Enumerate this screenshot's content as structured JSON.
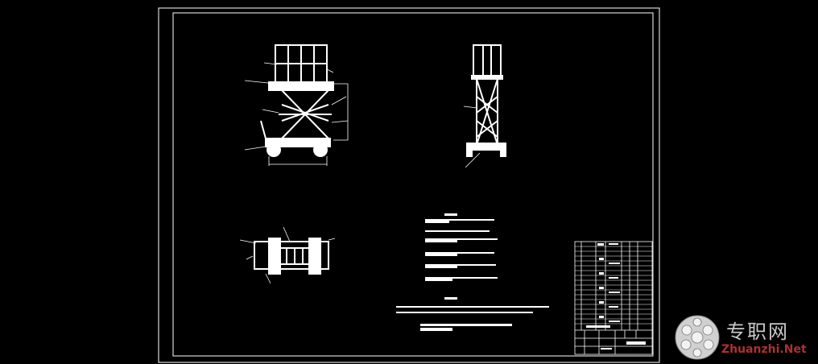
{
  "drawing": {
    "background": "#000000",
    "line_color": "#ffffff",
    "views": [
      "front-view",
      "side-view",
      "top-view"
    ]
  },
  "watermark": {
    "chinese": "专职网",
    "english": "Zhuanzhi.Net",
    "english_color": "#b03030",
    "globe_color": "#d0d0d0"
  }
}
